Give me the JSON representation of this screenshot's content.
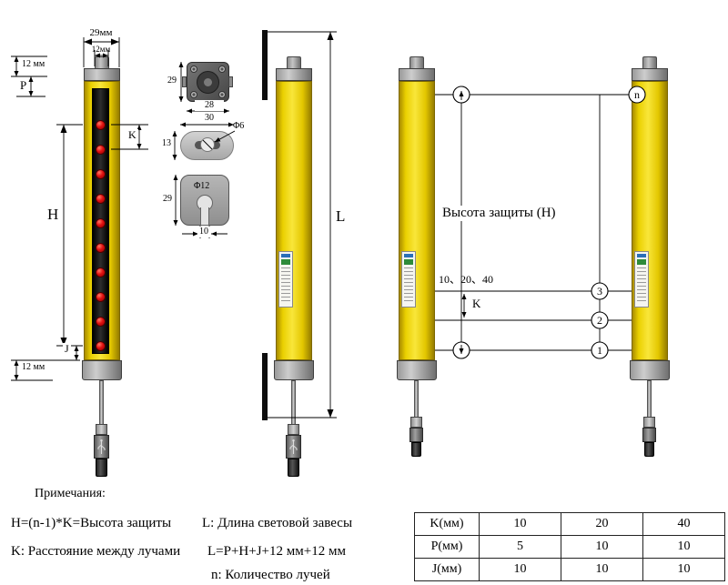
{
  "left_view": {
    "dim_width": "29мм",
    "dim_cap": "12мм",
    "dim_top_offset": "12 мм",
    "dim_bottom_offset": "12 мм",
    "label_p": "P",
    "label_k": "K",
    "label_h": "H",
    "label_j": "J",
    "beam_count": 10
  },
  "brackets": {
    "top_left_dim": "29",
    "top_bottom_dim": "28",
    "mid_top_dim": "30",
    "mid_left_dim": "13",
    "mid_hole_dim": "Φ6",
    "bottom_left_dim": "29",
    "bottom_hole_dim": "Φ12",
    "bottom_slot_dim": "10"
  },
  "side_view": {
    "label_l": "L"
  },
  "beam_diagram": {
    "title": "Высота защиты (H)",
    "k_values": "10、20、40",
    "label_k": "K",
    "beam_top": "n",
    "beam_3": "3",
    "beam_2": "2",
    "beam_1": "1"
  },
  "notes": {
    "heading": "Примечания:",
    "h_formula": "H=(n-1)*K=Высота защиты",
    "k_desc": "K: Расстояние между лучами",
    "l_desc": "L: Длина световой завесы",
    "l_formula": "L=P+H+J+12 мм+12 мм",
    "n_desc": "n: Количество лучей"
  },
  "spec_table": {
    "rows": [
      {
        "label": "K(мм)",
        "values": [
          "10",
          "20",
          "40"
        ]
      },
      {
        "label": "P(мм)",
        "values": [
          "5",
          "10",
          "10"
        ]
      },
      {
        "label": "J(мм)",
        "values": [
          "10",
          "10",
          "10"
        ]
      }
    ]
  },
  "colors": {
    "device_yellow": "#e6c800",
    "beam_red": "#d01010",
    "bracket_black": "#0d0d0d"
  }
}
